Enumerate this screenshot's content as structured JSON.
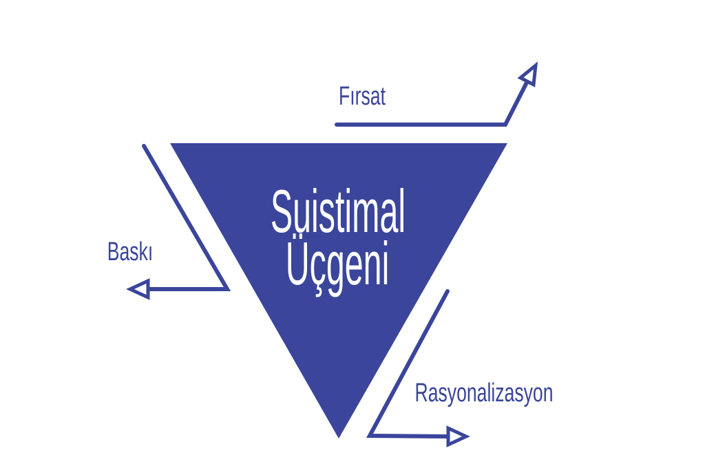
{
  "diagram": {
    "title_line1": "Suistimal",
    "title_line2": "Üçgeni",
    "labels": {
      "top": "Fırsat",
      "left": "Baskı",
      "bottom_right": "Rasyonalizasyon"
    }
  },
  "colors": {
    "primary": "#3a459b",
    "background": "#ffffff",
    "title_text": "#ffffff"
  }
}
